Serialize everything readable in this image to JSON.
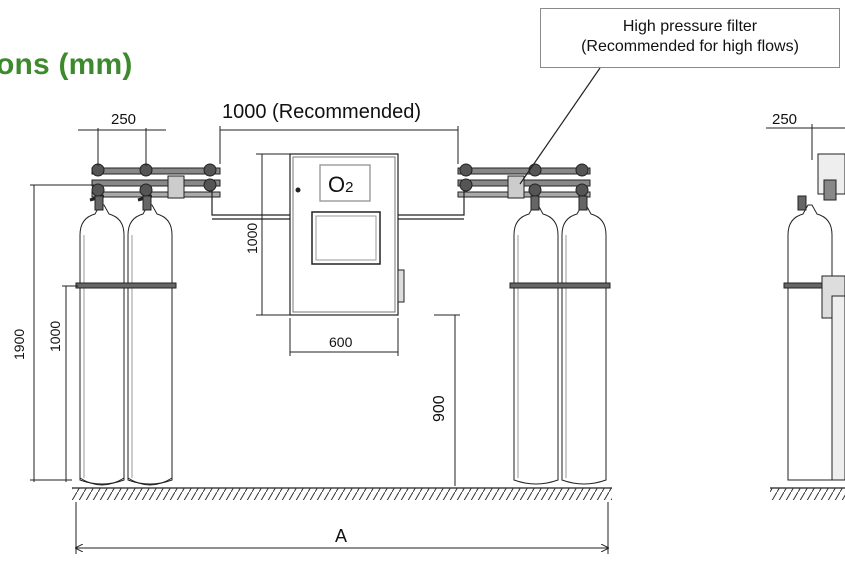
{
  "title": "ons (mm)",
  "callout": {
    "line1": "High pressure filter",
    "line2": "(Recommended for high flows)"
  },
  "dimensions": {
    "cylinder_spacing_left": "250",
    "cylinder_spacing_right": "250",
    "cabinet_clearance": "1000 (Recommended)",
    "cabinet_height": "1000",
    "cabinet_width": "600",
    "mount_height": "900",
    "total_height": "1900",
    "bracket_height": "1000",
    "overall_length": "A"
  },
  "cabinet_label": {
    "symbol": "O",
    "subscript": "2"
  },
  "colors": {
    "title": "#3d8a2e",
    "lines": "#222222",
    "callout_border": "#8a8a8a"
  }
}
